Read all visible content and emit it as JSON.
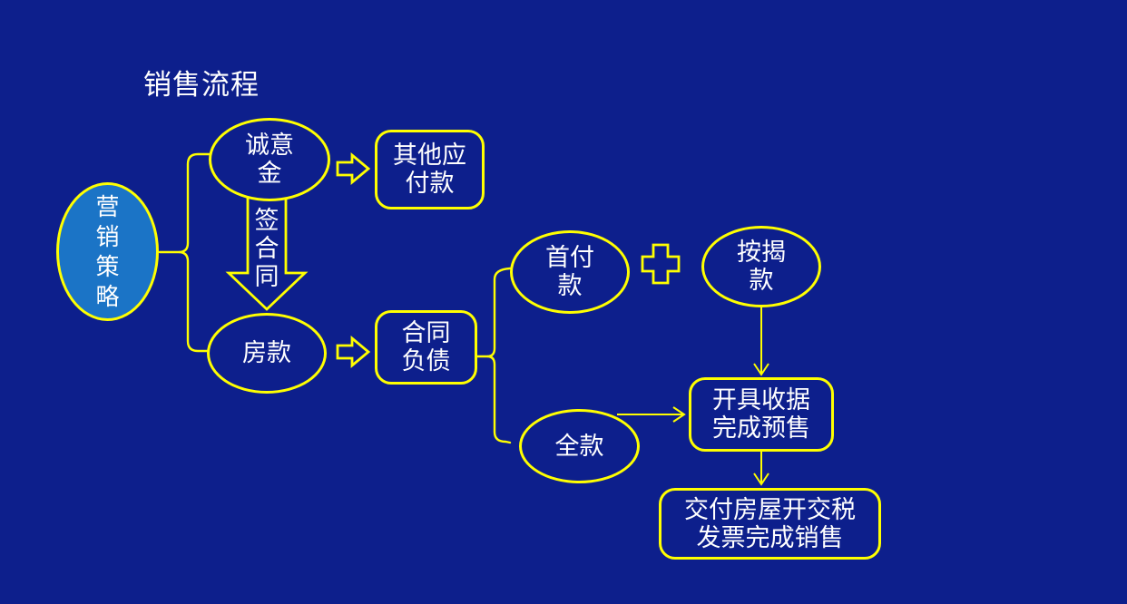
{
  "title": "销售流程",
  "colors": {
    "background": "#0D1F8C",
    "line": "#FFFF00",
    "text": "#FFFFFF",
    "strategy_fill": "#1B74C6"
  },
  "icons": {
    "plus": "+",
    "flow_arrow_right": "⇨",
    "big_down_arrow": "⇩",
    "thin_down_arrow": "↓",
    "thin_right_arrow": "→",
    "brace": "{"
  },
  "nodes": {
    "strategy": {
      "label": "营销策略",
      "lines": [
        "营",
        "销",
        "策",
        "略"
      ]
    },
    "earnest_money": {
      "label": "诚意金",
      "lines": [
        "诚意",
        "金"
      ]
    },
    "other_payables": {
      "label": "其他应付款",
      "lines": [
        "其他应",
        "付款"
      ]
    },
    "sign_contract": {
      "label": "签合同",
      "lines": [
        "签",
        "合",
        "同"
      ]
    },
    "house_payment": {
      "label": "房款",
      "lines": [
        "房款"
      ]
    },
    "contract_liability": {
      "label": "合同负债",
      "lines": [
        "合同",
        "负债"
      ]
    },
    "down_payment": {
      "label": "首付款",
      "lines": [
        "首付",
        "款"
      ]
    },
    "mortgage": {
      "label": "按揭款",
      "lines": [
        "按揭",
        "款"
      ]
    },
    "full_payment": {
      "label": "全款",
      "lines": [
        "全款"
      ]
    },
    "issue_receipt": {
      "label": "开具收据完成预售",
      "lines": [
        "开具收据",
        "完成预售"
      ]
    },
    "deliver_house": {
      "label": "交付房屋开交税发票完成销售",
      "lines": [
        "交付房屋开交税",
        "发票完成销售"
      ]
    }
  }
}
